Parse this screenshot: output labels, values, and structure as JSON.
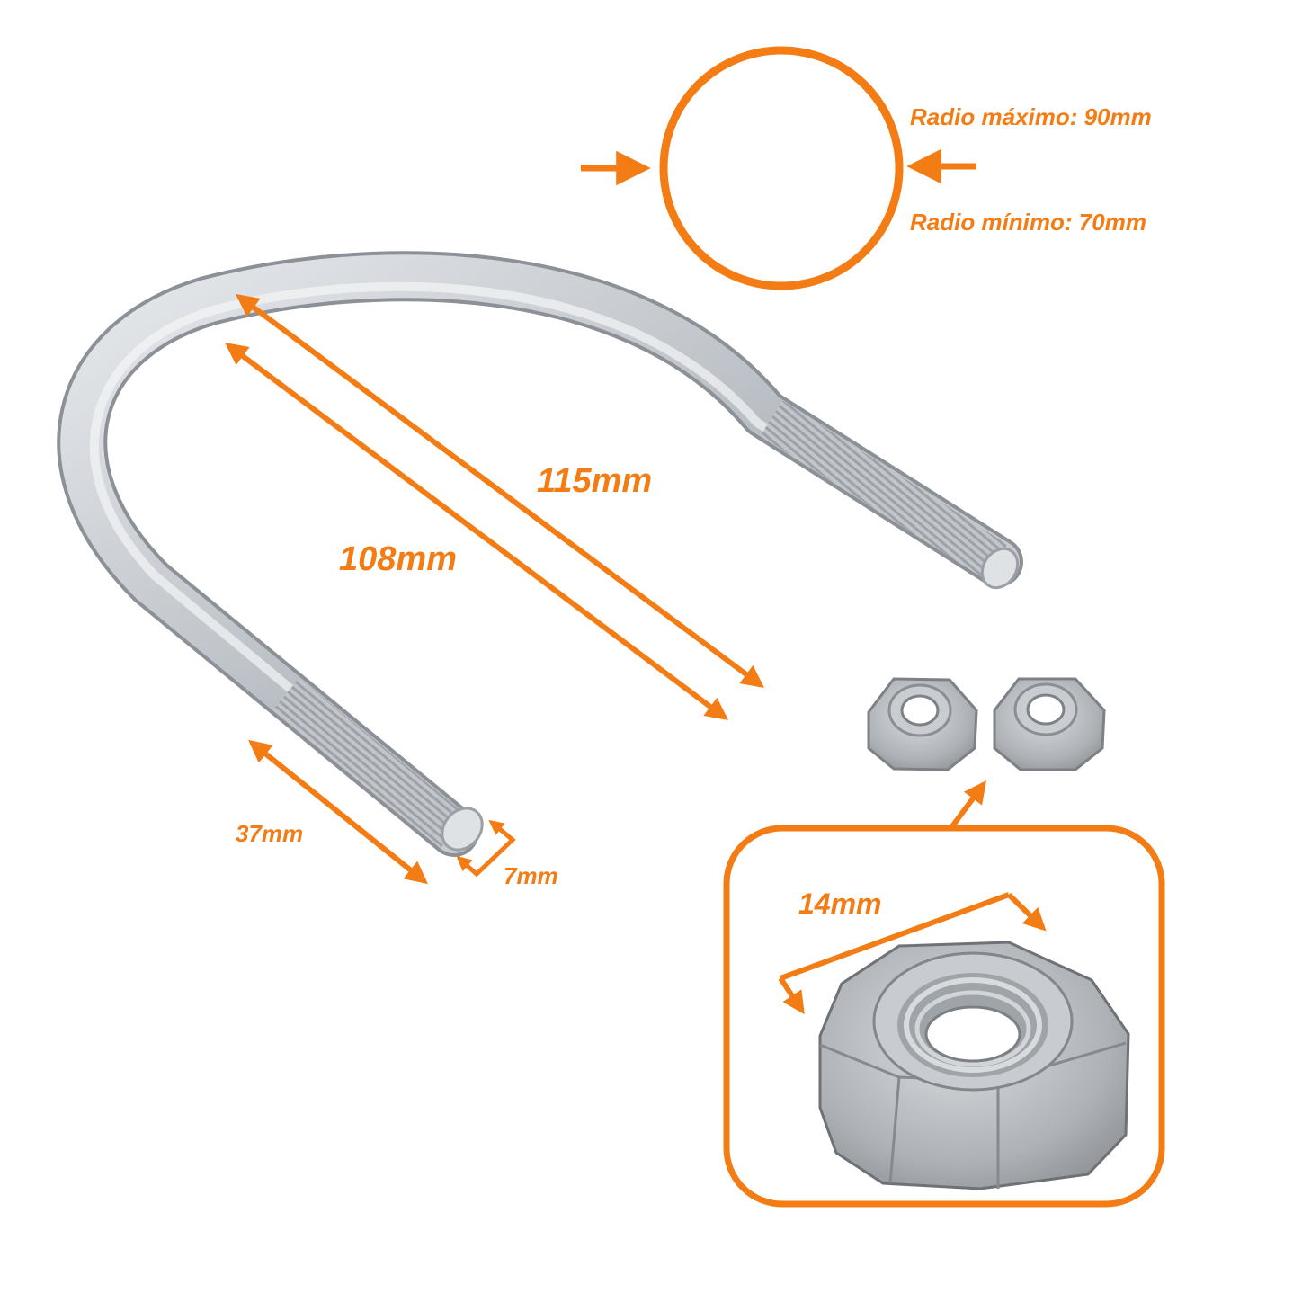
{
  "accent_color": "#F47C14",
  "metal_color": "#C9CDD2",
  "pipe_diameter": {
    "radius_max_label": "Radio máximo: 90mm",
    "radius_min_label": "Radio mínimo: 70mm"
  },
  "u_bolt": {
    "outer_length_label": "115mm",
    "inner_length_label": "108mm",
    "thread_length_label": "37mm",
    "rod_diameter_label": "7mm"
  },
  "nut": {
    "count": 2,
    "width_label": "14mm"
  }
}
